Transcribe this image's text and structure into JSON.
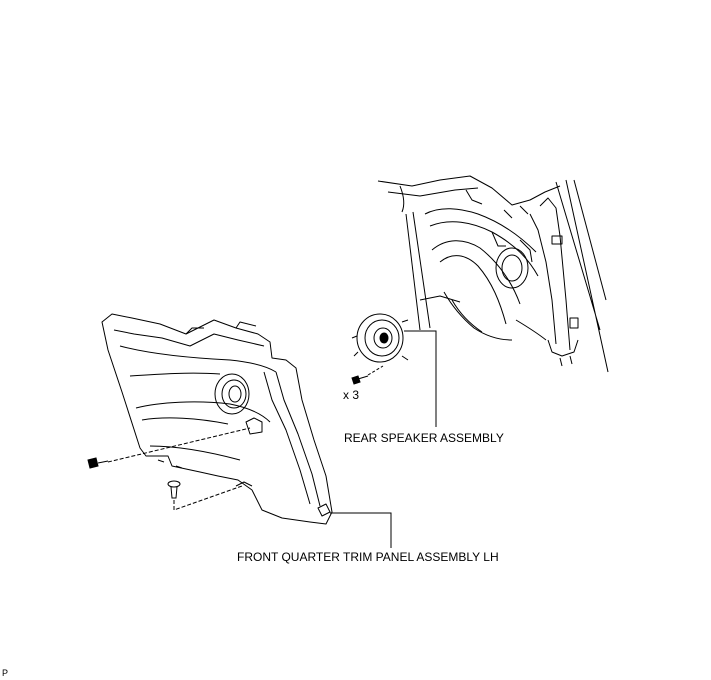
{
  "labels": {
    "rear_speaker": "REAR SPEAKER ASSEMBLY",
    "trim_panel": "FRONT QUARTER TRIM PANEL ASSEMBLY LH",
    "quantity": "x 3",
    "figure_code": "P"
  },
  "colors": {
    "line": "#000000",
    "background": "#ffffff"
  }
}
